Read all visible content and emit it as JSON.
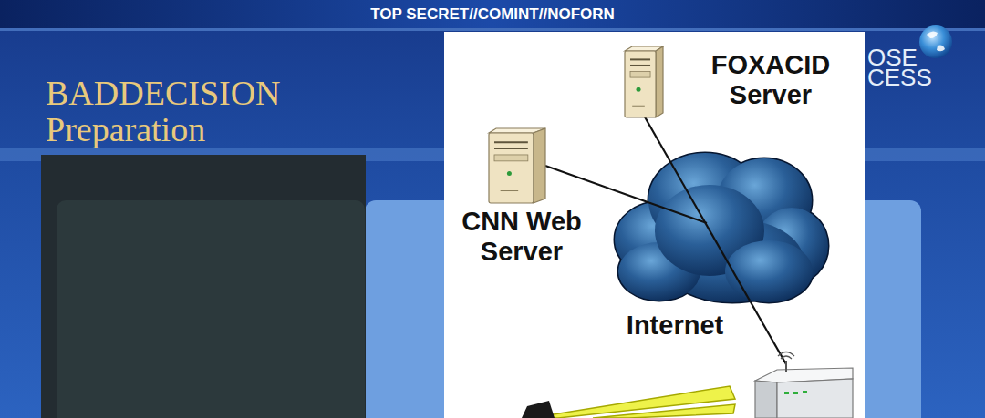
{
  "diagram": {
    "title": "BADDECISION Preparation",
    "nodes": [
      {
        "text": [
          "FOXACID Server"
        ]
      },
      {
        "text": [
          "CNN Web Server"
        ]
      },
      {
        "text": [
          "Internet"
        ]
      }
    ],
    "edges": [
      {
        "from": 1,
        "to": 2,
        "arrow": "none"
      },
      {
        "from": 0,
        "to": 2,
        "arrow": "none"
      }
    ],
    "labels": [
      "TOP SECRET//COMINT//NOFORN",
      "OSE",
      "CESS"
    ]
  }
}
